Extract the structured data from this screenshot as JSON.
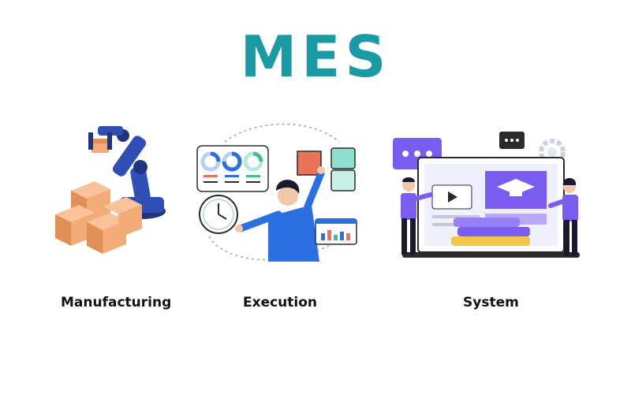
{
  "title": {
    "text": "MES"
  },
  "captions": {
    "manufacturing": "Manufacturing",
    "execution": "Execution",
    "system": "System"
  },
  "colors": {
    "title": "#1a9ba3",
    "robot": "#2f4fb5",
    "robot_dark": "#1f3580",
    "box": "#f4ab78",
    "box_dark": "#e08f56",
    "shirt": "#2b6fe0",
    "purple": "#7b5cf0",
    "purple_light": "#b9a8f8",
    "book_yellow": "#f1c84b",
    "panel_border": "#2b2b2b"
  },
  "icons": [
    "robot-arm-icon",
    "cardboard-boxes-icon",
    "clock-icon",
    "puzzle-icon",
    "donut-charts-icon",
    "bar-chart-icon",
    "laptop-icon",
    "video-play-icon",
    "graduation-cap-icon",
    "chat-bubble-icon",
    "gear-icon",
    "books-icon"
  ]
}
